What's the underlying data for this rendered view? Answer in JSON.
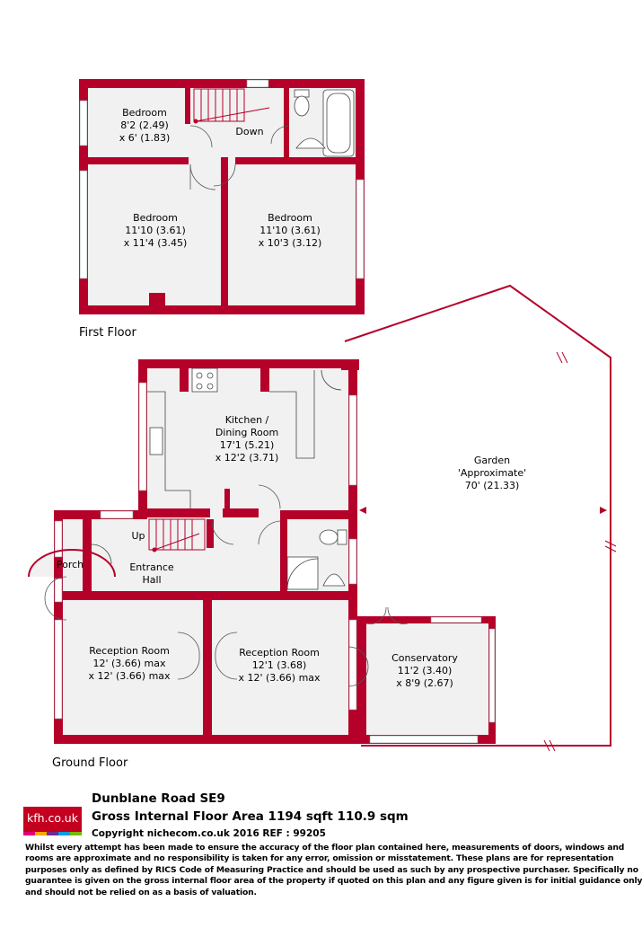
{
  "floors": {
    "first": "First Floor",
    "ground": "Ground Floor"
  },
  "rooms": {
    "bedroom1": {
      "name": "Bedroom",
      "dim1": "8'2 (2.49)",
      "dim2": "x 6' (1.83)"
    },
    "down": "Down",
    "bedroom2": {
      "name": "Bedroom",
      "dim1": "11'10 (3.61)",
      "dim2": "x 11'4 (3.45)"
    },
    "bedroom3": {
      "name": "Bedroom",
      "dim1": "11'10 (3.61)",
      "dim2": "x 10'3 (3.12)"
    },
    "kitchen": {
      "name1": "Kitchen /",
      "name2": "Dining Room",
      "dim1": "17'1 (5.21)",
      "dim2": "x 12'2 (3.71)"
    },
    "garden": {
      "name1": "Garden",
      "name2": "'Approximate'",
      "dim1": "70' (21.33)"
    },
    "up": "Up",
    "porch": "Porch",
    "hall": {
      "name1": "Entrance",
      "name2": "Hall"
    },
    "reception1": {
      "name": "Reception Room",
      "dim1": "12' (3.66) max",
      "dim2": "x 12' (3.66) max"
    },
    "reception2": {
      "name": "Reception Room",
      "dim1": "12'1 (3.68)",
      "dim2": "x 12' (3.66) max"
    },
    "conservatory": {
      "name": "Conservatory",
      "dim1": "11'2 (3.40)",
      "dim2": "x 8'9 (2.67)"
    }
  },
  "footer": {
    "title": "Dunblane Road SE9",
    "area": "Gross Internal Floor Area 1194 sqft 110.9 sqm",
    "copyright": "Copyright nichecom.co.uk 2016 REF : 99205",
    "disclaimer": "Whilst every attempt has been made to ensure the accuracy of the floor plan contained here, measurements of doors, windows and rooms are approximate and no responsibility is taken for any error, omission or misstatement.  These plans are for representation purposes only as defined by RICS Code of Measuring Practice and should be used as such by any prospective purchaser.  Specifically no guarantee is given on the gross internal floor area of the property if quoted on this plan and any figure given is for initial guidance only and should not be relied on as a basis of valuation.",
    "logo": "kfh.co.uk"
  },
  "colors": {
    "wall": "#b5002a",
    "floor": "#f1f1f1",
    "logo_bars": [
      "#e2007a",
      "#f6a800",
      "#6f2c91",
      "#00a0df",
      "#7ab800"
    ]
  }
}
